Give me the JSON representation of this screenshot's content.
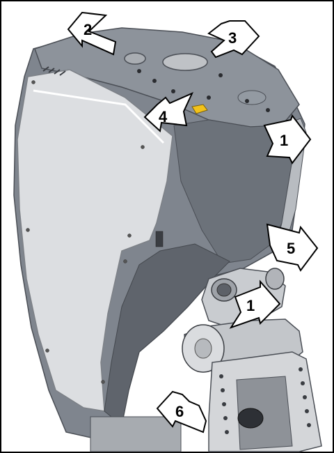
{
  "figure": {
    "subject": "outboard-motor-engine-cowl",
    "colors": {
      "frame": "#000000",
      "side_panel": "#dcdee1",
      "cowl_body": "#7f858e",
      "cowl_dark": "#5f646c",
      "cowl_top": "#8d939b",
      "bracket": "#c9ccd0",
      "latch": "#f2c21a",
      "callout_fill": "#ffffff"
    }
  },
  "callouts": [
    {
      "id": "c2",
      "label": "2"
    },
    {
      "id": "c3",
      "label": "3"
    },
    {
      "id": "c4",
      "label": "4"
    },
    {
      "id": "c1a",
      "label": "1"
    },
    {
      "id": "c5",
      "label": "5"
    },
    {
      "id": "c1b",
      "label": "1"
    },
    {
      "id": "c6",
      "label": "6"
    }
  ]
}
